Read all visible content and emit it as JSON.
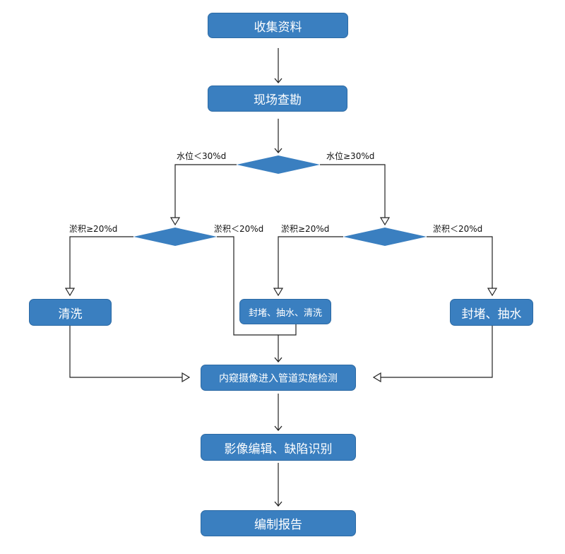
{
  "colors": {
    "node_fill": "#3a7fc0",
    "node_border": "#2c6aa4",
    "node_text": "#ffffff",
    "line": "#222222"
  },
  "nodes": {
    "collect": "收集资料",
    "survey": "现场查勘",
    "clean": "清洗",
    "seal_pump_clean": "封堵、抽水、清洗",
    "seal_pump": "封堵、抽水",
    "inspect": "内窥摄像进入管道实施检测",
    "edit": "影像编辑、缺陷识别",
    "report": "编制报告"
  },
  "conditions": {
    "water_low": "水位＜30%d",
    "water_high": "水位≥30%d",
    "sediment_high_left": "淤积≥20%d",
    "sediment_low_left": "淤积＜20%d",
    "sediment_high_right": "淤积≥20%d",
    "sediment_low_right": "淤积＜20%d"
  }
}
